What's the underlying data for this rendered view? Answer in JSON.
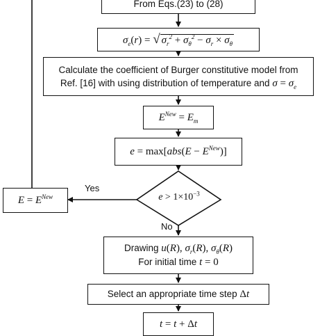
{
  "steps": {
    "top_box": "From Eqs.(23) to (28)",
    "sigma_e": {
      "lhs": "σe(r) =",
      "rhs": "√(σr² + σθ² − σr × σθ)"
    },
    "burger": {
      "line1": "Calculate the coefficient of Burger constitutive model from",
      "line2_prefix": "Ref. [16] with using distribution of temperature and",
      "line2_math": "σ = σe"
    },
    "e_new": "E^New = Em",
    "e_max": "e = max[abs(E − E^New)]",
    "decision": "e > 1×10⁻³",
    "update": "E = E^New",
    "drawing": {
      "line1_prefix": "Drawing",
      "line1_math": "u(R), σr(R), σθ(R)",
      "line2_prefix": "For initial time",
      "line2_math": "t = 0"
    },
    "time_step": {
      "prefix": "Select an appropriate time step",
      "math": "Δt"
    },
    "increment": "t = t + Δt"
  },
  "edges": {
    "yes": "Yes",
    "no": "No"
  }
}
